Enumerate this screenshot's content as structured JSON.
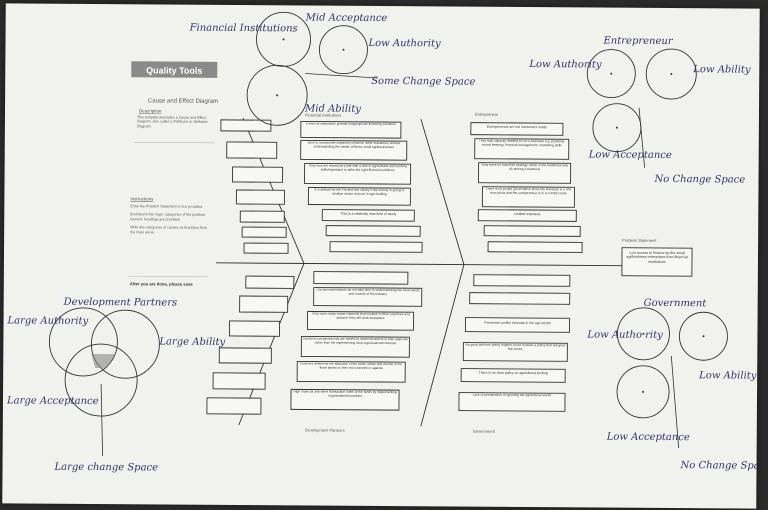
{
  "colors": {
    "paper": "#f1f1ee",
    "ink": "#34346a",
    "print": "#333333",
    "header_bar": "#8a8a8a"
  },
  "header": {
    "title": "Quality Tools",
    "subtitle": "Cause and Effect Diagram",
    "description_title": "Description",
    "description_text": "This template illustrates a Cause and Effect Diagram, also called a Fishbone or Ishikawa Diagram.",
    "instructions_title": "Instructions",
    "instructions": [
      "Enter the Problem Statement in box provided.",
      "Brainstorm the major categories of the problem. Generic headings are provided.",
      "Write the categories of causes as branches from the main arrow."
    ],
    "after_done": "After you are done, please save"
  },
  "categories": {
    "top_left": "Financial Institutions",
    "top_right": "Entrepreneur",
    "bottom_left": "Development Partners",
    "bottom_right": "Government"
  },
  "problem": {
    "title": "Problem Statement",
    "text": "Low access to finance by the small agribusiness enterprises from financial institutions"
  },
  "causes": {
    "financial_institutions": [
      "Financial institutions provide inappropriate financing solutions",
      "Slow to incorporate solutions (credit for other industries) without understanding the needs of these small agribusinesses",
      "They lack the resources (staff with a skill of agricultural and banking skills/expertise) to tailor the right financial solutions",
      "It is difficult for the FIs and see clearly if the money is going to another sector and not in agri-lending",
      "This is a relatively new field of study"
    ],
    "entrepreneur": [
      "Entrepreneurs are not investment ready",
      "They lack capacity needed to run a business e.g. planning, record keeping, financial management, marketing skills",
      "They have no business strategy; stuck in the traditional way of running a business",
      "There is no proper governance since the business is a one man show and the entrepreneur is in a comfort zone",
      "Limited exposure"
    ],
    "development_partners": [
      "The donors/investors do not take time to understanding the local needs and context of the industry",
      "They have ready-made solutions that worked in other countries and assume they will work elsewhere",
      "Investment projects/funds are owned by donors/investors or their agencies rather than the implementing local organizations/countries",
      "Investors determine the allocation of the funds, scope and volume of the flows based on their own interests or agenda",
      "High financial and other transaction costs of the funds by implementing organizations/countries"
    ],
    "government": [
      "Perceived conflict interests in the agri sector",
      "No good will from policy makers to put in place a policy that will grow the sector",
      "There is no clear policy on agricultural lending",
      "Lack of prioritization on growing the agricultural sector"
    ]
  },
  "bottom_labels": {
    "left": "Development Partners",
    "right": "Government"
  },
  "annotations": {
    "mid_acceptance": "Mid Acceptance",
    "low_authority": "Low Authority",
    "some_change_space": "Some Change Space",
    "mid_ability": "Mid Ability",
    "financial_institutions": "Financial Institutions",
    "entrepreneur": "Entrepreneur",
    "ent_low_authority": "Low Authority",
    "ent_low_ability": "Low Ability",
    "ent_low_acceptance": "Low Acceptance",
    "ent_no_change_space": "No Change Space",
    "development_partners": "Development Partners",
    "large_authority": "Large Authority",
    "large_ability": "Large Ability",
    "large_acceptance": "Large Acceptance",
    "large_change_space": "Large change Space",
    "government": "Government",
    "gov_low_authority": "Low Autho rity",
    "gov_low_ability": "Low Ability",
    "gov_low_acceptance": "Low Acceptance",
    "gov_no_change_space": "No Change Space"
  }
}
